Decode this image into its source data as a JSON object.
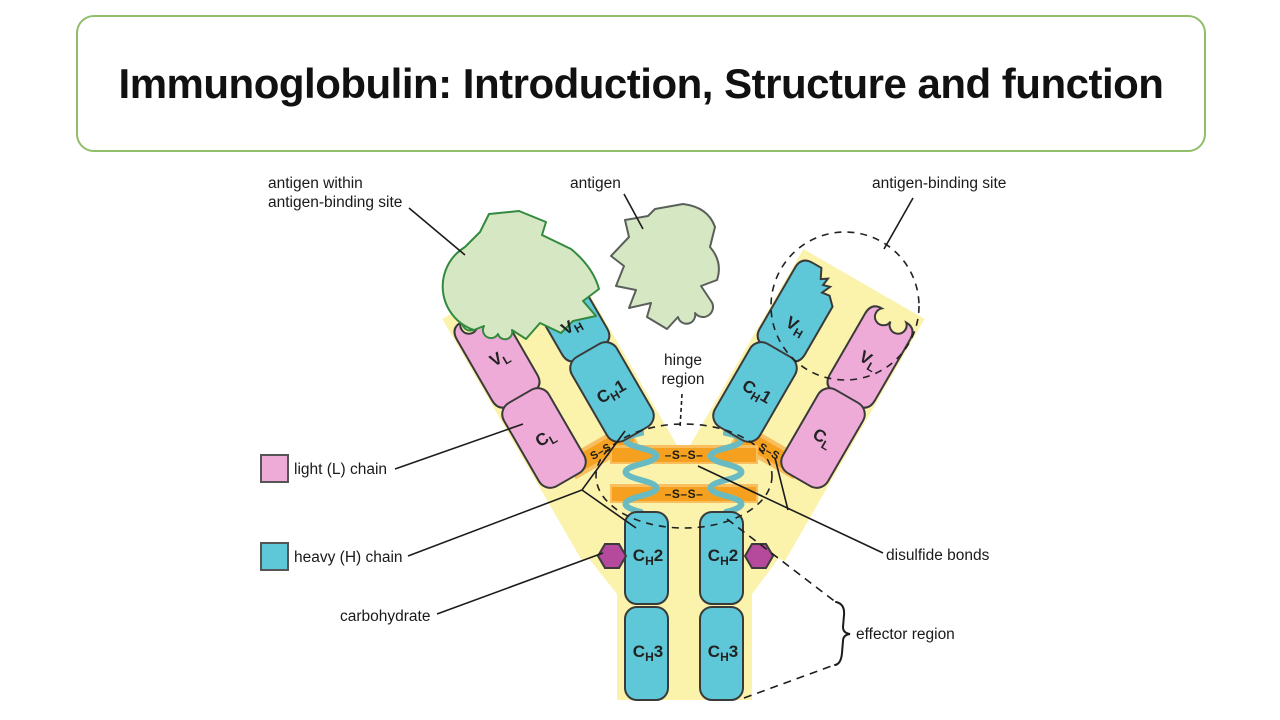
{
  "title": "Immunoglobulin: Introduction, Structure and function",
  "annotations": {
    "antigen_within_line1": "antigen within",
    "antigen_within_line2": "antigen-binding site",
    "antigen": "antigen",
    "antigen_binding_site": "antigen-binding site",
    "hinge_line1": "hinge",
    "hinge_line2": "region",
    "disulfide_bonds": "disulfide bonds",
    "carbohydrate": "carbohydrate",
    "effector_region": "effector region"
  },
  "legend": {
    "light_chain_label": "light (L) chain",
    "heavy_chain_label": "heavy (H) chain"
  },
  "domains": {
    "vh": {
      "pre": "V",
      "sub": "H",
      "post": ""
    },
    "vl": {
      "pre": "V",
      "sub": "L",
      "post": ""
    },
    "ch1": {
      "pre": "C",
      "sub": "H",
      "post": "1"
    },
    "cl": {
      "pre": "C",
      "sub": "L",
      "post": ""
    },
    "ch2": {
      "pre": "C",
      "sub": "H",
      "post": "2"
    },
    "ch3": {
      "pre": "C",
      "sub": "H",
      "post": "3"
    }
  },
  "bonds": {
    "ss_full": "–S–S–",
    "ss_short": "S–S"
  },
  "colors": {
    "light_chain": "#EFABD8",
    "heavy_chain": "#5EC8D8",
    "backbone_yellow": "#FBF2AC",
    "disulfide_orange": "#F5A11F",
    "antigen_green": "#D6E8C3",
    "carbohydrate_purple": "#B5499C",
    "squiggle_teal": "#6ABAC2",
    "title_border": "#90BE6B"
  }
}
